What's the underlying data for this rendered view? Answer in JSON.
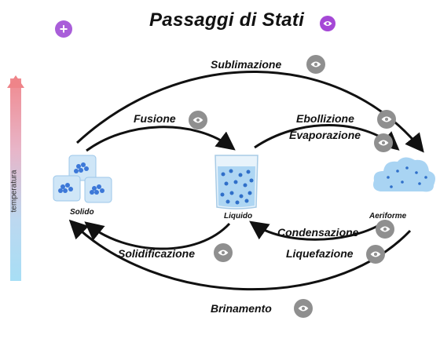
{
  "title": "Passaggi di Stati",
  "plus_button": "+",
  "temperature_label": "temperatura",
  "states": {
    "solid": "Solido",
    "liquid": "Liquido",
    "gas": "Aeriforme"
  },
  "transitions": {
    "sublimazione": "Sublimazione",
    "fusione": "Fusione",
    "ebollizione": "Ebollizione",
    "evaporazione": "Evaporazione",
    "condensazione": "Condensazione",
    "liquefazione": "Liquefazione",
    "solidificazione": "Solidificazione",
    "brinamento": "Brinamento"
  },
  "colors": {
    "accent_purple": "#a548d6",
    "eye_gray": "#8f8f8f",
    "temp_hot": "#f08a90",
    "temp_cold": "#a7def5"
  }
}
